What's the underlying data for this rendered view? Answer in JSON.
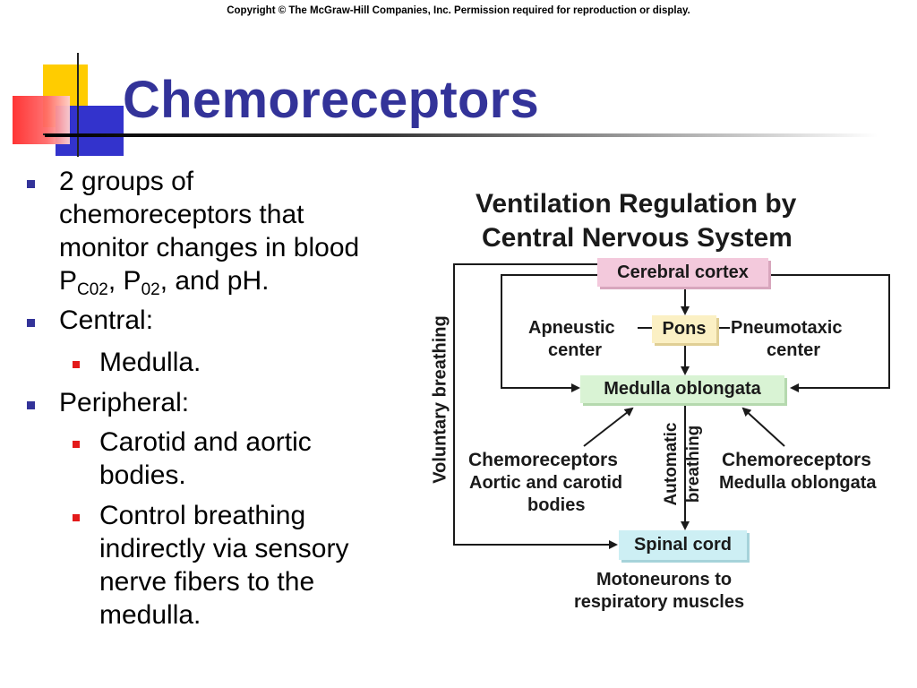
{
  "copyright": "Copyright © The McGraw-Hill Companies, Inc. Permission required for reproduction or display.",
  "title": "Chemoreceptors",
  "bullets": {
    "b1_line1": "2 groups of",
    "b1_line2": "chemoreceptors that",
    "b1_line3": "monitor changes in blood",
    "b1_p": "P",
    "b1_sub1": "C02",
    "b1_mid": ", P",
    "b1_sub2": "02",
    "b1_end": ", and pH.",
    "b2": "Central:",
    "b2_sub1": "Medulla.",
    "b3": "Peripheral:",
    "b3_sub1_line1": "Carotid and aortic",
    "b3_sub1_line2": "bodies.",
    "b3_sub2_line1": "Control breathing",
    "b3_sub2_line2": "indirectly via sensory",
    "b3_sub2_line3": "nerve fibers to the",
    "b3_sub2_line4": "medulla."
  },
  "diagram": {
    "title_line1": "Ventilation Regulation by",
    "title_line2": "Central Nervous System",
    "cerebral_cortex": "Cerebral cortex",
    "pons": "Pons",
    "apneustic_line1": "Apneustic",
    "apneustic_line2": "center",
    "pneumotaxic_line1": "Pneumotaxic",
    "pneumotaxic_line2": "center",
    "medulla_oblongata": "Medulla oblongata",
    "voluntary_breathing": "Voluntary breathing",
    "automatic_line1": "Automatic",
    "automatic_line2": "breathing",
    "chemo_left_line1": "Chemoreceptors",
    "chemo_left_line2": "Aortic and carotid",
    "chemo_left_line3": "bodies",
    "chemo_right_line1": "Chemoreceptors",
    "chemo_right_line2": "Medulla oblongata",
    "spinal_cord": "Spinal cord",
    "motoneurons_line1": "Motoneurons to",
    "motoneurons_line2": "respiratory muscles"
  },
  "colors": {
    "title": "#333399",
    "bullet_level1": "#333399",
    "bullet_level2": "#e31a1a",
    "cerebral_box": "#f3c9dc",
    "pons_box": "#fbf0c4",
    "medulla_box": "#d9f3d4",
    "spinal_box": "#cdeff4"
  }
}
